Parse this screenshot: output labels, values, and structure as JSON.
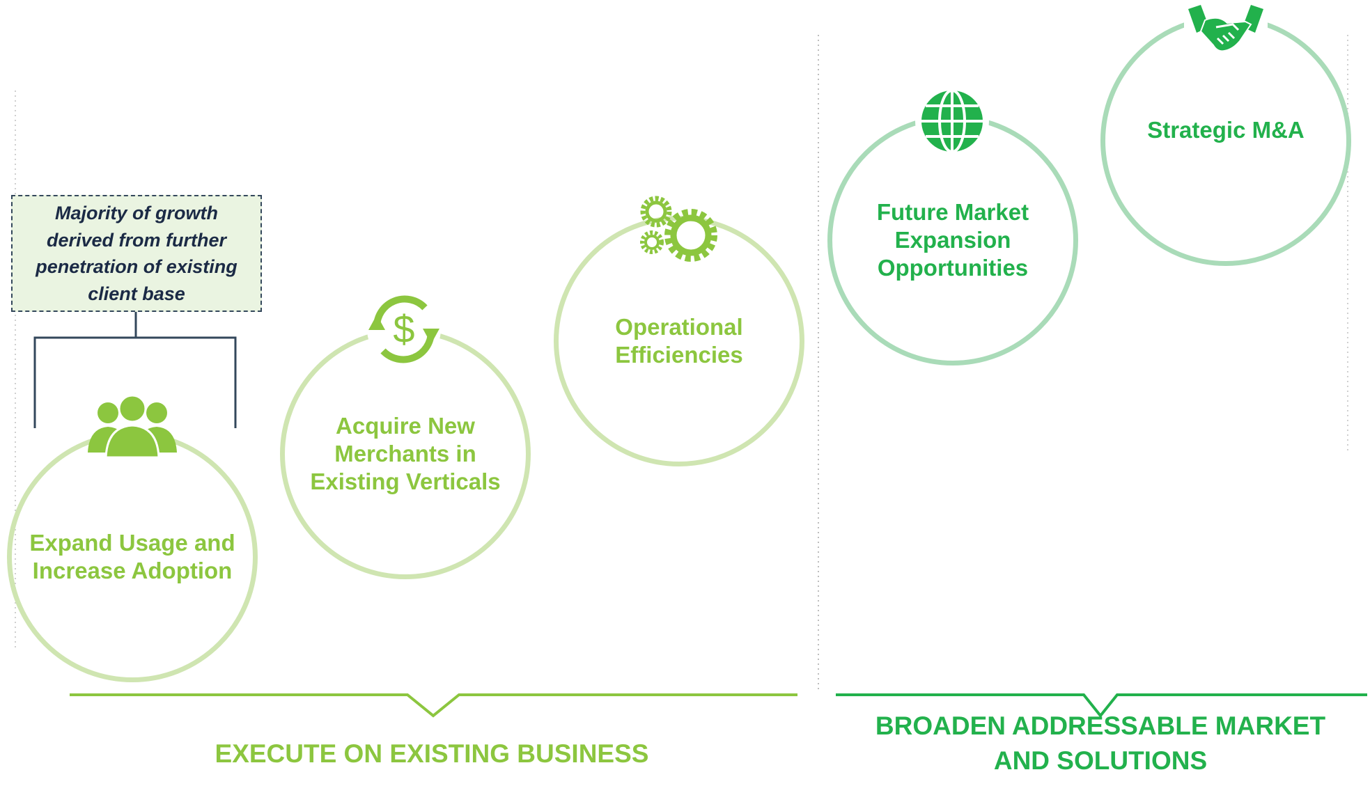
{
  "callout": {
    "text": "Majority of growth\nderived from further\npenetration of existing\nclient base"
  },
  "initiatives": [
    {
      "label": "Expand Usage and\nIncrease Adoption",
      "icon": "people-group-icon"
    },
    {
      "label": "Acquire New\nMerchants in\nExisting Verticals",
      "icon": "dollar-cycle-icon"
    },
    {
      "label": "Operational\nEfficiencies",
      "icon": "gears-icon"
    },
    {
      "label": "Future Market\nExpansion\nOpportunities",
      "icon": "globe-icon"
    },
    {
      "label": "Strategic M&A",
      "icon": "handshake-icon"
    }
  ],
  "sections": {
    "execute": "EXECUTE ON EXISTING BUSINESS",
    "broaden": "BROADEN ADDRESSABLE MARKET\nAND SOLUTIONS"
  },
  "colors": {
    "execute_green": "#8cc63f",
    "broaden_green": "#22b14c",
    "callout_fill": "#eaf4e1",
    "callout_text": "#1b2a45"
  }
}
